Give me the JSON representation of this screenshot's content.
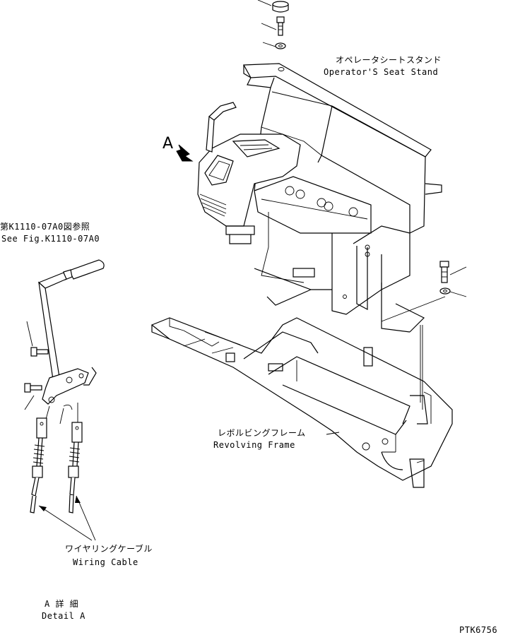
{
  "labels": {
    "seat_stand_jp": "オペレータシートスタンド",
    "seat_stand_en": "Operator'S Seat Stand",
    "see_fig_jp": "第K1110-07A0図参照",
    "see_fig_en": "See Fig.K1110-07A0",
    "revolving_jp": "レボルビングフレーム",
    "revolving_en": "Revolving Frame",
    "wiring_jp": "ワイヤリングケーブル",
    "wiring_en": "Wiring Cable",
    "detail_jp": "A 詳 細",
    "detail_en": "Detail A",
    "view_marker": "A",
    "drawing_code": "PTK6756"
  }
}
